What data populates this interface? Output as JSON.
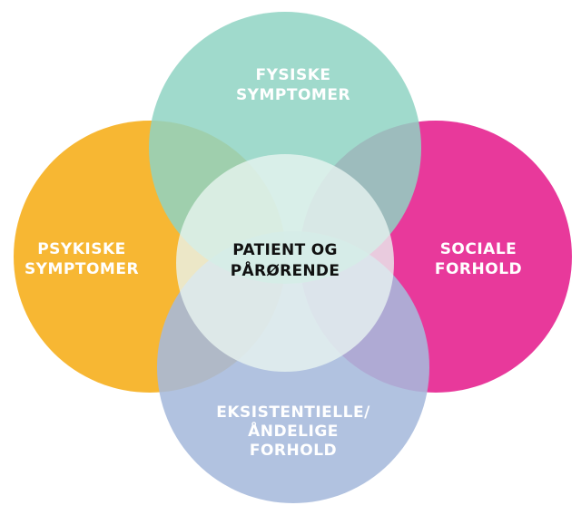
{
  "colors": {
    "top": "#8fd3c3",
    "left": "#f7b733",
    "right": "#e8399b",
    "bottom": "#a6b9dc",
    "center": "#e9f5f1",
    "label_white": "#ffffff",
    "label_dark": "#111111"
  },
  "circles": {
    "top": {
      "line1": "FYSISKE",
      "line2": "SYMPTOMER"
    },
    "left": {
      "line1": "PSYKISKE",
      "line2": "SYMPTOMER"
    },
    "right": {
      "line1": "SOCIALE",
      "line2": "FORHOLD"
    },
    "bottom": {
      "line1": "EKSISTENTIELLE/",
      "line2": "ÅNDELIGE",
      "line3": "FORHOLD"
    },
    "center": {
      "line1": "PATIENT OG",
      "line2": "PÅRØRENDE"
    }
  }
}
